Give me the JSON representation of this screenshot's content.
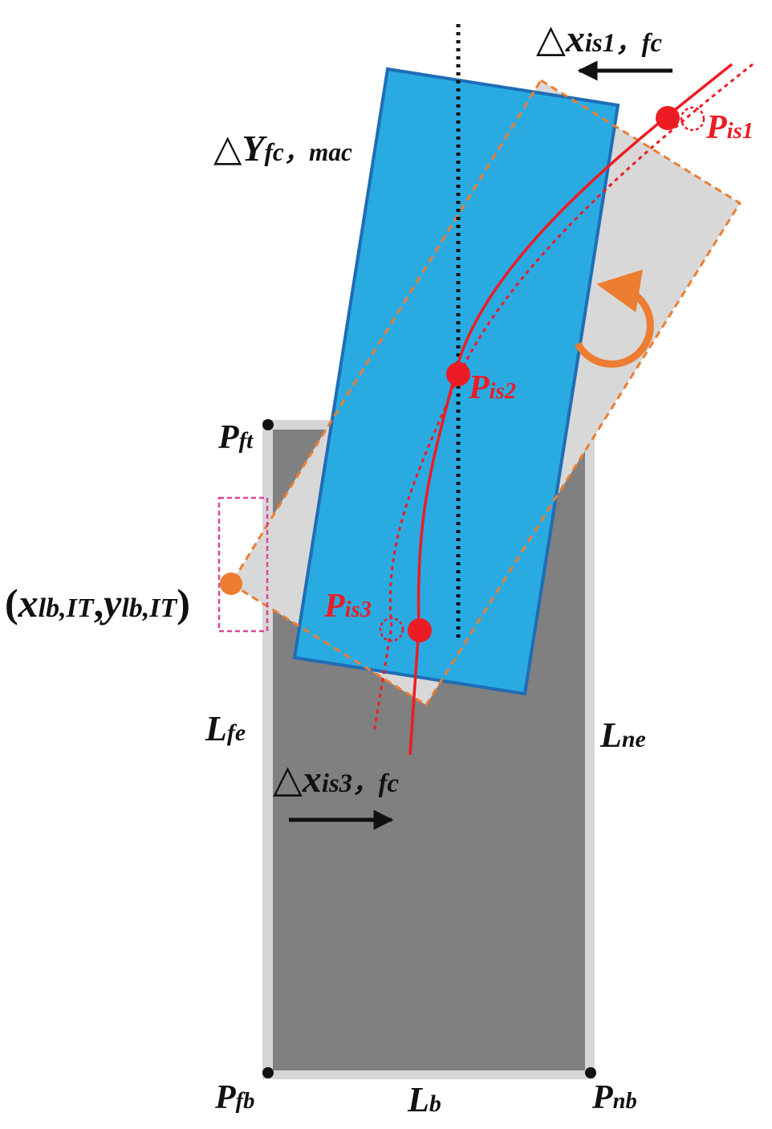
{
  "colors": {
    "light_outline": "#d6d6d6",
    "dark_region": "#808080",
    "blue_body": "#29abe2",
    "blue_edge": "#1f6db5",
    "gray_ghost": "#d8d8d8",
    "orange": "#ed7d31",
    "red": "#ed1c24",
    "magenta": "#d9459b",
    "black": "#111111"
  },
  "labels": {
    "dx1": {
      "main": "△x",
      "sub": "is1，fc"
    },
    "dY": {
      "main": "△Y",
      "sub": "fc，mac"
    },
    "p_is1": {
      "main": "P",
      "sub": "is1"
    },
    "p_is2": {
      "main": "P",
      "sub": "is2"
    },
    "p_is3": {
      "main": "P",
      "sub": "is3"
    },
    "p_ft": {
      "main": "P",
      "sub": "ft"
    },
    "p_fb": {
      "main": "P",
      "sub": "fb"
    },
    "p_nb": {
      "main": "P",
      "sub": "nb"
    },
    "coord": {
      "open": "(",
      "x": "x",
      "x_sub": "lb,IT",
      "comma": ",",
      "y": "y",
      "y_sub": "lb,IT",
      "close": ")"
    },
    "l_fe": {
      "main": "L",
      "sub": "fe"
    },
    "l_ne": {
      "main": "L",
      "sub": "ne"
    },
    "dx3": {
      "main": "△x",
      "sub": "is3，fc"
    },
    "l_b": {
      "main": "L",
      "sub": "b"
    }
  }
}
